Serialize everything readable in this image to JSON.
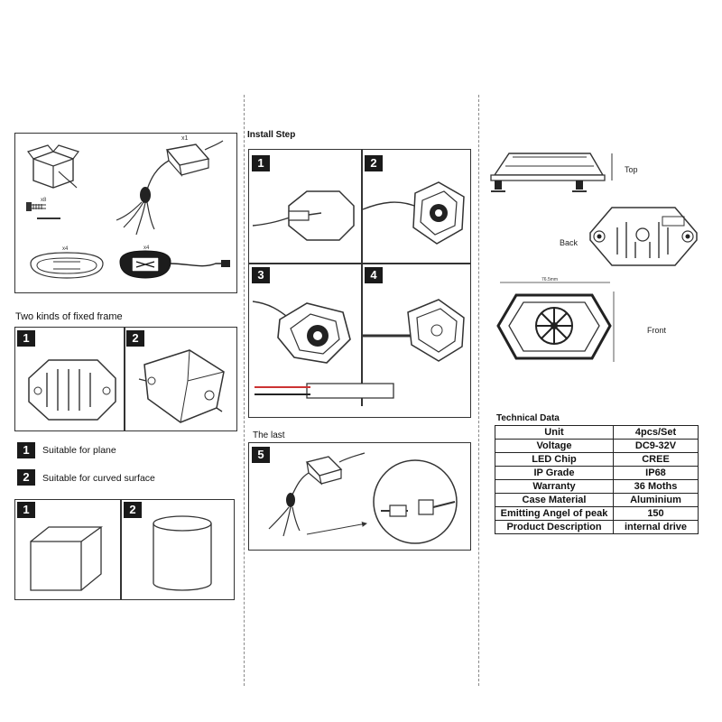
{
  "install": {
    "title": "Install Step",
    "steps": [
      "1",
      "2",
      "3",
      "4"
    ],
    "last_title": "The last",
    "last_step": "5"
  },
  "left": {
    "frame_title": "Two kinds of fixed frame",
    "frame_tags": [
      "1",
      "2"
    ],
    "legend": [
      {
        "num": "1",
        "text": "Suitable for plane"
      },
      {
        "num": "2",
        "text": "Suitable for curved surface"
      }
    ],
    "shape_tags": [
      "1",
      "2"
    ]
  },
  "views": {
    "top": "Top",
    "back": "Back",
    "front": "Front"
  },
  "tech": {
    "title": "Technical Data",
    "rows": [
      {
        "label": "Unit",
        "value": "4pcs/Set"
      },
      {
        "label": "Voltage",
        "value": "DC9-32V"
      },
      {
        "label": "LED Chip",
        "value": "CREE"
      },
      {
        "label": "IP Grade",
        "value": "IP68"
      },
      {
        "label": "Warranty",
        "value": "36 Moths"
      },
      {
        "label": "Case Material",
        "value": "Aluminium"
      },
      {
        "label": "Emitting Angel of peak",
        "value": "150"
      },
      {
        "label": "Product Description",
        "value": "internal drive"
      }
    ]
  }
}
